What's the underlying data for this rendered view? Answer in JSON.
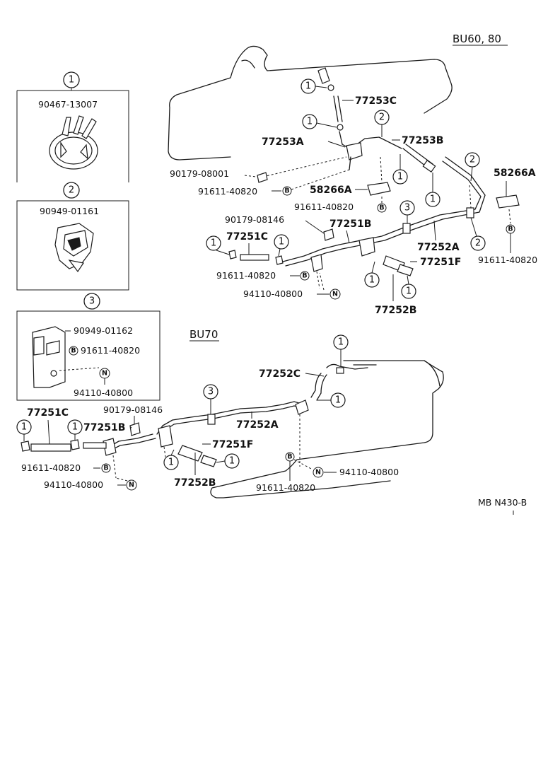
{
  "header": {
    "variant_top": "BU60, 80",
    "variant_mid": "BU70"
  },
  "footer": {
    "code": "MB N430-B"
  },
  "symbols": {
    "one": "1",
    "two": "2",
    "three": "3",
    "b": "B",
    "n": "N"
  },
  "legend": {
    "item1_part": "90467-13007",
    "item2_part": "90949-01161",
    "item3_clamp": "90949-01162",
    "item3_bolt": "91611-40820",
    "item3_nut": "94110-40800"
  },
  "upper": {
    "hose_c": "77253C",
    "hose_a": "77253A",
    "hose_b": "77253B",
    "grommet": "90179-08001",
    "bolt_1": "91611-40820",
    "bracket_1": "58266A",
    "bolt_2": "91611-40820",
    "bracket_2": "58266A",
    "grommet_2": "90179-08146",
    "tube_b": "77251B",
    "tube_c": "77251C",
    "bolt_3": "91611-40820",
    "nut_1": "94110-40800",
    "pipe_a": "77252A",
    "tube_f": "77251F",
    "bolt_4": "91611-40820",
    "pipe_b": "77252B"
  },
  "lower": {
    "pipe_c": "77252C",
    "tube_c": "77251C",
    "grommet": "90179-08146",
    "tube_b": "77251B",
    "pipe_a": "77252A",
    "tube_f": "77251F",
    "bolt_1": "91611-40820",
    "nut_1": "94110-40800",
    "nut_2": "94110-40800",
    "pipe_b": "77252B",
    "bolt_2": "91611-40820"
  }
}
